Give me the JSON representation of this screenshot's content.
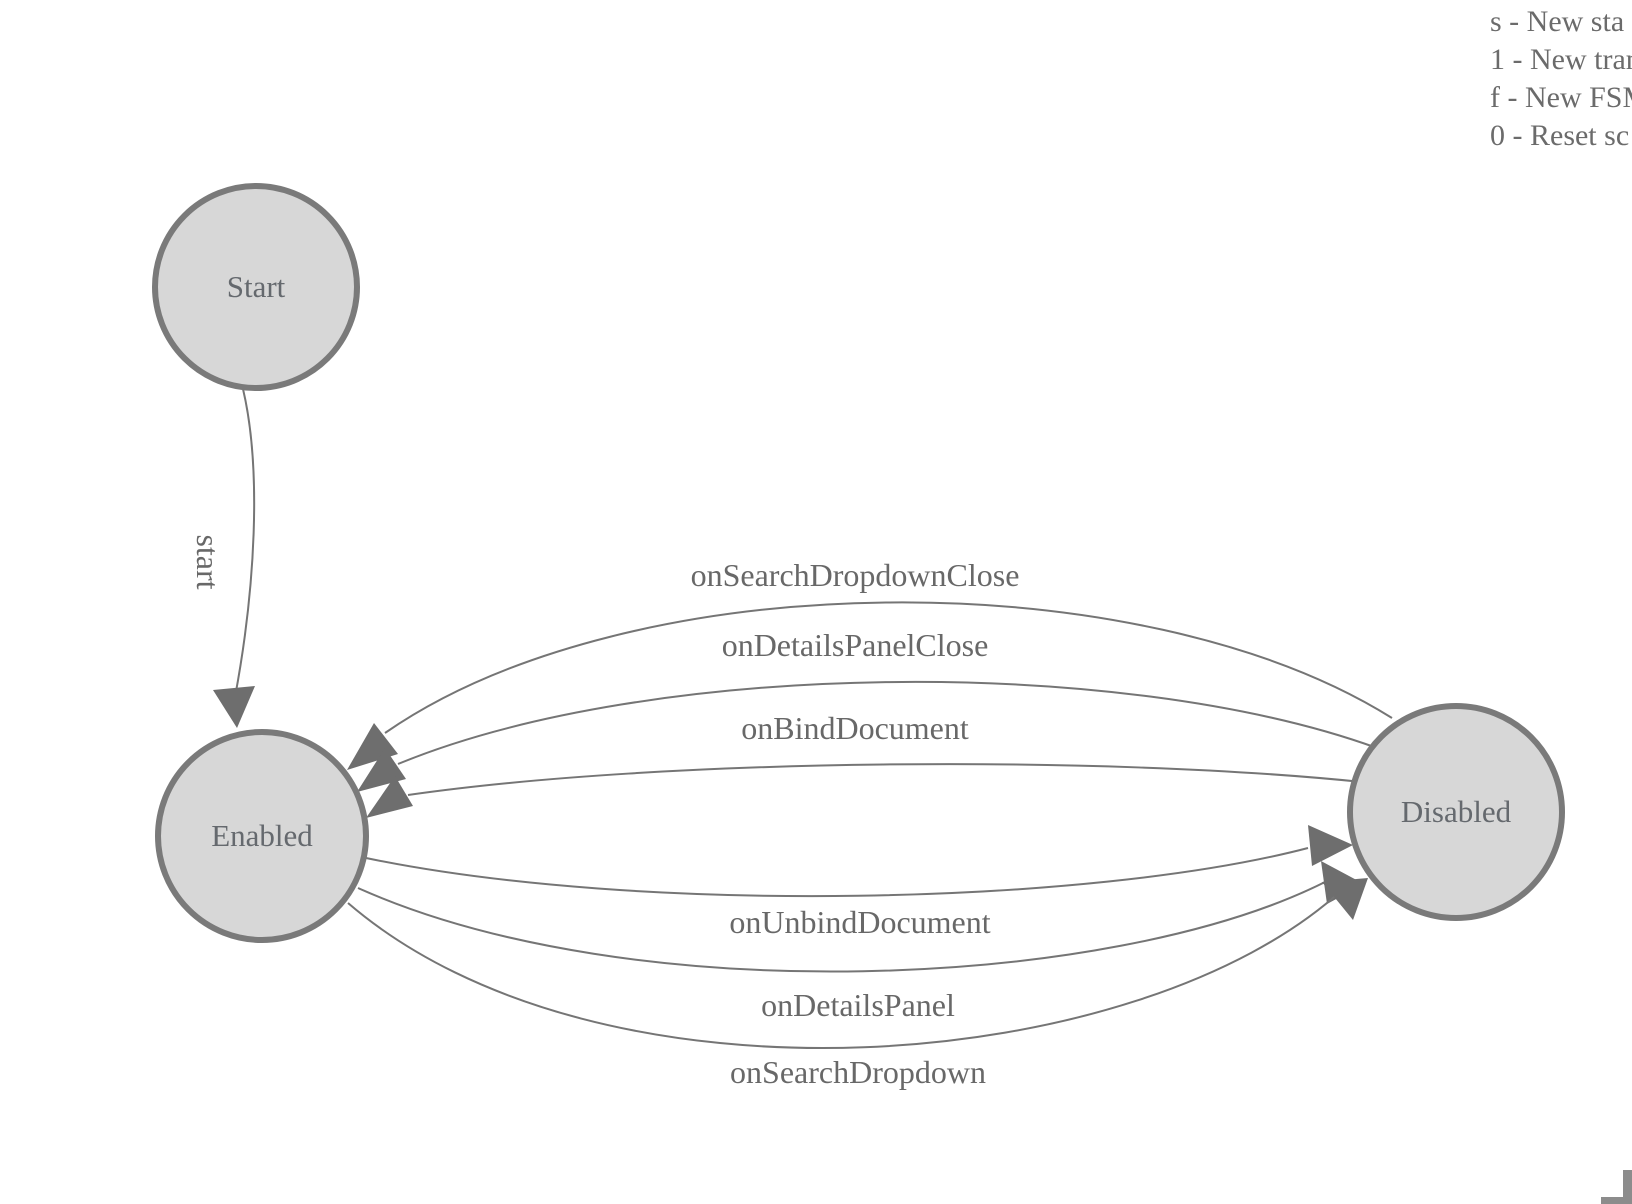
{
  "diagram": {
    "states": [
      {
        "id": "start",
        "label": "Start"
      },
      {
        "id": "enabled",
        "label": "Enabled"
      },
      {
        "id": "disabled",
        "label": "Disabled"
      }
    ],
    "transitions": [
      {
        "label": "start",
        "from": "Start",
        "to": "Enabled"
      },
      {
        "label": "onSearchDropdownClose",
        "from": "Disabled",
        "to": "Enabled"
      },
      {
        "label": "onDetailsPanelClose",
        "from": "Disabled",
        "to": "Enabled"
      },
      {
        "label": "onBindDocument",
        "from": "Disabled",
        "to": "Enabled"
      },
      {
        "label": "onUnbindDocument",
        "from": "Enabled",
        "to": "Disabled"
      },
      {
        "label": "onDetailsPanel",
        "from": "Enabled",
        "to": "Disabled"
      },
      {
        "label": "onSearchDropdown",
        "from": "Enabled",
        "to": "Disabled"
      }
    ],
    "colors": {
      "state_fill": "#d7d7d7",
      "state_stroke": "#7a7a7a",
      "edge_stroke": "#757575",
      "arrow_fill": "#6e6e6e",
      "label_text": "#686868"
    }
  },
  "legend": {
    "lines": [
      "s - New sta",
      "1 - New tran",
      "f - New FSM",
      "0 - Reset sc"
    ]
  }
}
